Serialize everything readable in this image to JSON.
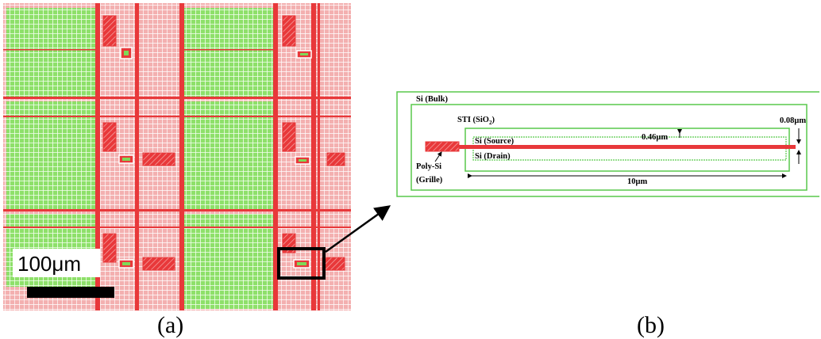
{
  "panel_a": {
    "caption": "(a)",
    "scale_bar_text": "100μm"
  },
  "panel_b": {
    "caption": "(b)",
    "labels": {
      "bulk": "Si (Bulk)",
      "sti": "STI (SiO",
      "sti_sub": "2",
      "sti_close": ")",
      "source": "Si (Source)",
      "drain": "Si (Drain)",
      "gate_material": "Poly-Si",
      "gate_role": "(Grille)",
      "width_small": "0.46μm",
      "width_right": "0.08μm",
      "length": "10μm"
    }
  },
  "colors": {
    "metal_red": "#e8383a",
    "active_green": "#7ed957",
    "layout_bg": "#f7e3e3",
    "outline_green": "#59c94c",
    "black": "#000000"
  }
}
